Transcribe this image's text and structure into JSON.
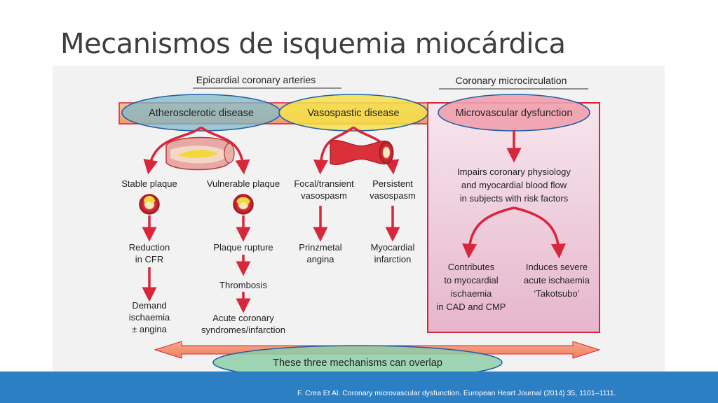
{
  "slide": {
    "title": "Mecanismos de isquemia miocárdica",
    "citation": "F. Crea Et Al. Coronary microvascular dysfunction.  European Heart Journal (2014) 35, 1101–1111."
  },
  "figure": {
    "headers": {
      "epicardial": "Epicardial coronary arteries",
      "micro": "Coronary microcirculation"
    },
    "mechanisms": {
      "athero": "Atherosclerotic disease",
      "vaso": "Vasospastic disease",
      "microvascular": "Microvascular dysfunction"
    },
    "athero_branch": {
      "stable": "Stable plaque",
      "vulnerable": "Vulnerable plaque",
      "reduction_1": "Reduction",
      "reduction_2": "in CFR",
      "demand_1": "Demand",
      "demand_2": "ischaemia",
      "demand_3": "± angina",
      "rupture": "Plaque rupture",
      "thrombosis": "Thrombosis",
      "acs_1": "Acute coronary",
      "acs_2": "syndromes/infarction"
    },
    "vaso_branch": {
      "focal_1": "Focal/transient",
      "focal_2": "vasospasm",
      "persistent_1": "Persistent",
      "persistent_2": "vasospasm",
      "prinz_1": "Prinzmetal",
      "prinz_2": "angina",
      "mi_1": "Myocardial",
      "mi_2": "infarction"
    },
    "micro_branch": {
      "impairs_1": "Impairs coronary physiology",
      "impairs_2": "and myocardial blood flow",
      "impairs_3": "in subjects with risk factors",
      "contrib_1": "Contributes",
      "contrib_2": "to myocardial",
      "contrib_3": "ischaemia",
      "contrib_4": "in CAD and CMP",
      "induces_1": "Induces severe",
      "induces_2": "acute ischaemia",
      "induces_3": "‘Takotsubo’"
    },
    "overlap": "These three mechanisms can overlap"
  },
  "colors": {
    "accent_blue": "#2d7fc4",
    "arrow_red": "#d8263b",
    "athero_ellipse": "#7fb9c8",
    "vaso_ellipse": "#f5e14a",
    "micro_ellipse": "#f0a0ad",
    "overlap_ellipse": "#8ecfa7"
  }
}
